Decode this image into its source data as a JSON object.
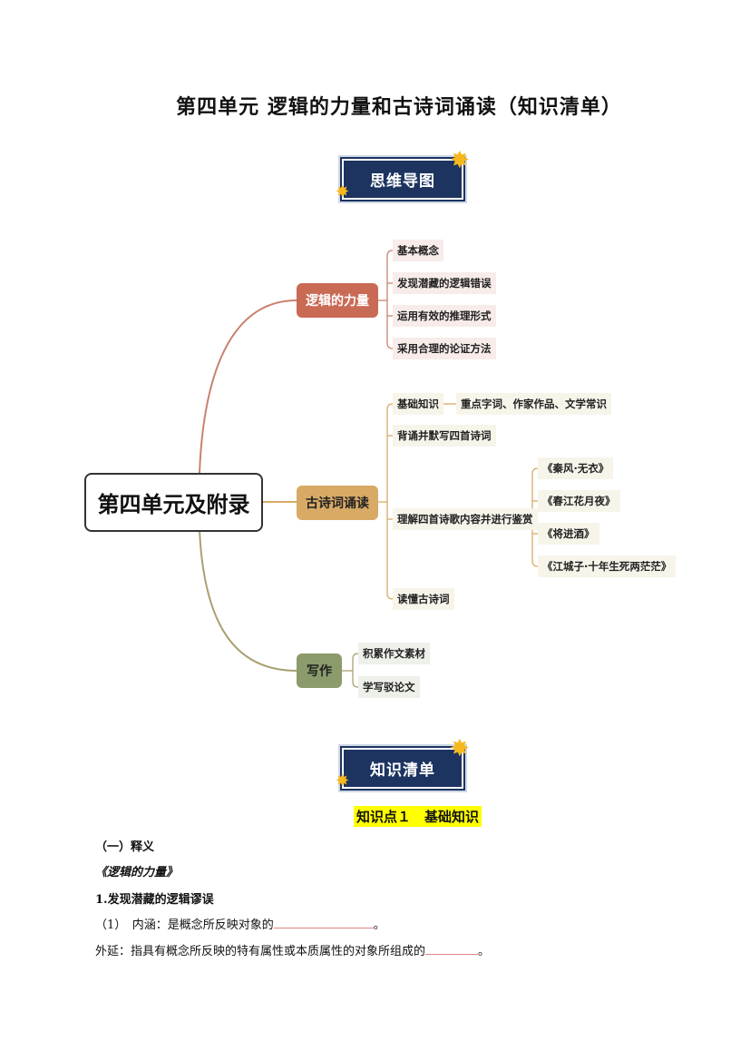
{
  "title": "第四单元  逻辑的力量和古诗词诵读（知识清单）",
  "banners": {
    "mindmap": "思维导图",
    "checklist": "知识清单"
  },
  "mindmap": {
    "root": "第四单元及附录",
    "branches": [
      {
        "label": "逻辑的力量",
        "color": "#c96a55",
        "leaves": [
          "基本概念",
          "发现潜藏的逻辑错误",
          "运用有效的推理形式",
          "采用合理的论证方法"
        ]
      },
      {
        "label": "古诗词诵读",
        "color": "#d8aa66",
        "leaves": [
          "基础知识",
          "背诵并默写四首诗词",
          "理解四首诗歌内容并进行鉴赏",
          "读懂古诗词"
        ],
        "basic_detail": "重点字词、作家作品、文学常识",
        "poems": [
          "《秦风·无衣》",
          "《春江花月夜》",
          "《将进酒》",
          "《江城子·十年生死两茫茫》"
        ]
      },
      {
        "label": "写作",
        "color": "#8b9b6b",
        "leaves": [
          "积累作文素材",
          "学写驳论文"
        ]
      }
    ]
  },
  "section": {
    "heading": "知识点１　基础知识",
    "sub1": "（一）释义",
    "book": "《逻辑的力量》",
    "item1": "1.发现潜藏的逻辑谬误",
    "line1": "（1）　内涵：是概念所反映对象的",
    "line1_end": "。",
    "line2": "外延：指具有概念所反映的特有属性或本质属性的对象所组成的",
    "line2_end": "。"
  }
}
